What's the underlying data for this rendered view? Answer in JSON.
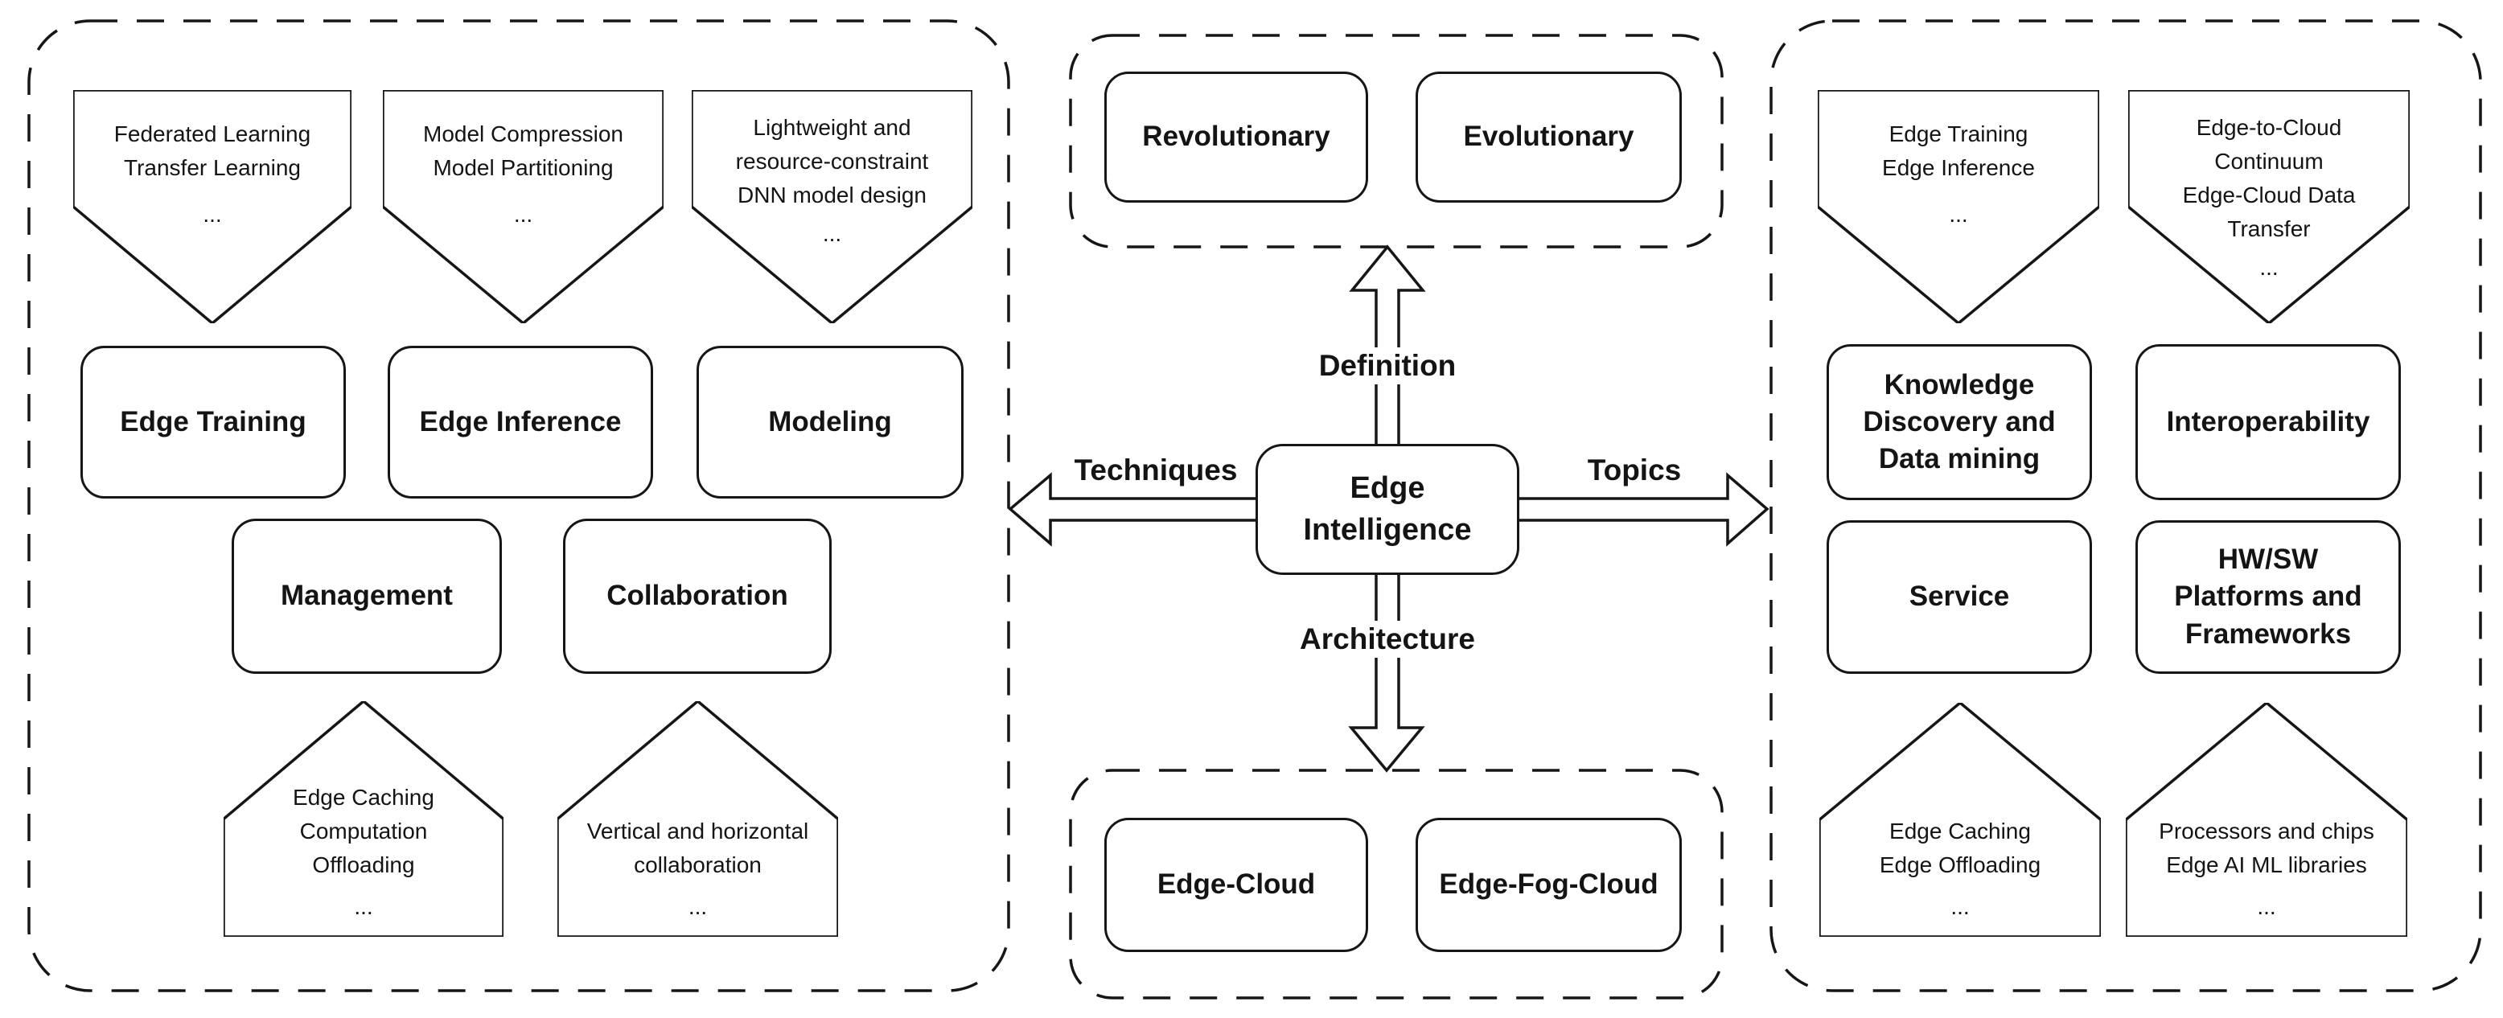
{
  "diagram": {
    "center": {
      "node": {
        "line1": "Edge",
        "line2": "Intelligence"
      },
      "arrows": {
        "up": "Definition",
        "down": "Architecture",
        "left": "Techniques",
        "right": "Topics"
      }
    },
    "definition": {
      "boxes": [
        "Revolutionary",
        "Evolutionary"
      ]
    },
    "architecture": {
      "boxes": [
        "Edge-Cloud",
        "Edge-Fog-Cloud"
      ]
    },
    "techniques": {
      "banners": [
        {
          "lines": [
            "Federated Learning",
            "Transfer Learning",
            "..."
          ]
        },
        {
          "lines": [
            "Model Compression",
            "Model Partitioning",
            "..."
          ]
        },
        {
          "lines": [
            "Lightweight and",
            "resource-constraint",
            "DNN model design",
            "..."
          ]
        }
      ],
      "boxes": [
        "Edge Training",
        "Edge Inference",
        "Modeling",
        "Management",
        "Collaboration"
      ],
      "houses": [
        {
          "lines": [
            "Edge Caching",
            "Computation",
            "Offloading",
            "..."
          ]
        },
        {
          "lines": [
            "Vertical and horizontal",
            "collaboration",
            "..."
          ]
        }
      ]
    },
    "topics": {
      "banners": [
        {
          "lines": [
            "Edge Training",
            "Edge Inference",
            "..."
          ]
        },
        {
          "lines": [
            "Edge-to-Cloud",
            "Continuum",
            "Edge-Cloud Data",
            "Transfer",
            "..."
          ]
        }
      ],
      "boxes": [
        {
          "lines": [
            "Knowledge",
            "Discovery and",
            "Data mining"
          ]
        },
        {
          "lines": [
            "Interoperability"
          ]
        },
        {
          "lines": [
            "Service"
          ]
        },
        {
          "lines": [
            "HW/SW",
            "Platforms and",
            "Frameworks"
          ]
        }
      ],
      "houses": [
        {
          "lines": [
            "Edge Caching",
            "Edge Offloading",
            "..."
          ]
        },
        {
          "lines": [
            "Processors and chips",
            "Edge AI ML libraries",
            "..."
          ]
        }
      ]
    },
    "colors": {
      "line": "#161616",
      "background": "#ffffff"
    }
  }
}
